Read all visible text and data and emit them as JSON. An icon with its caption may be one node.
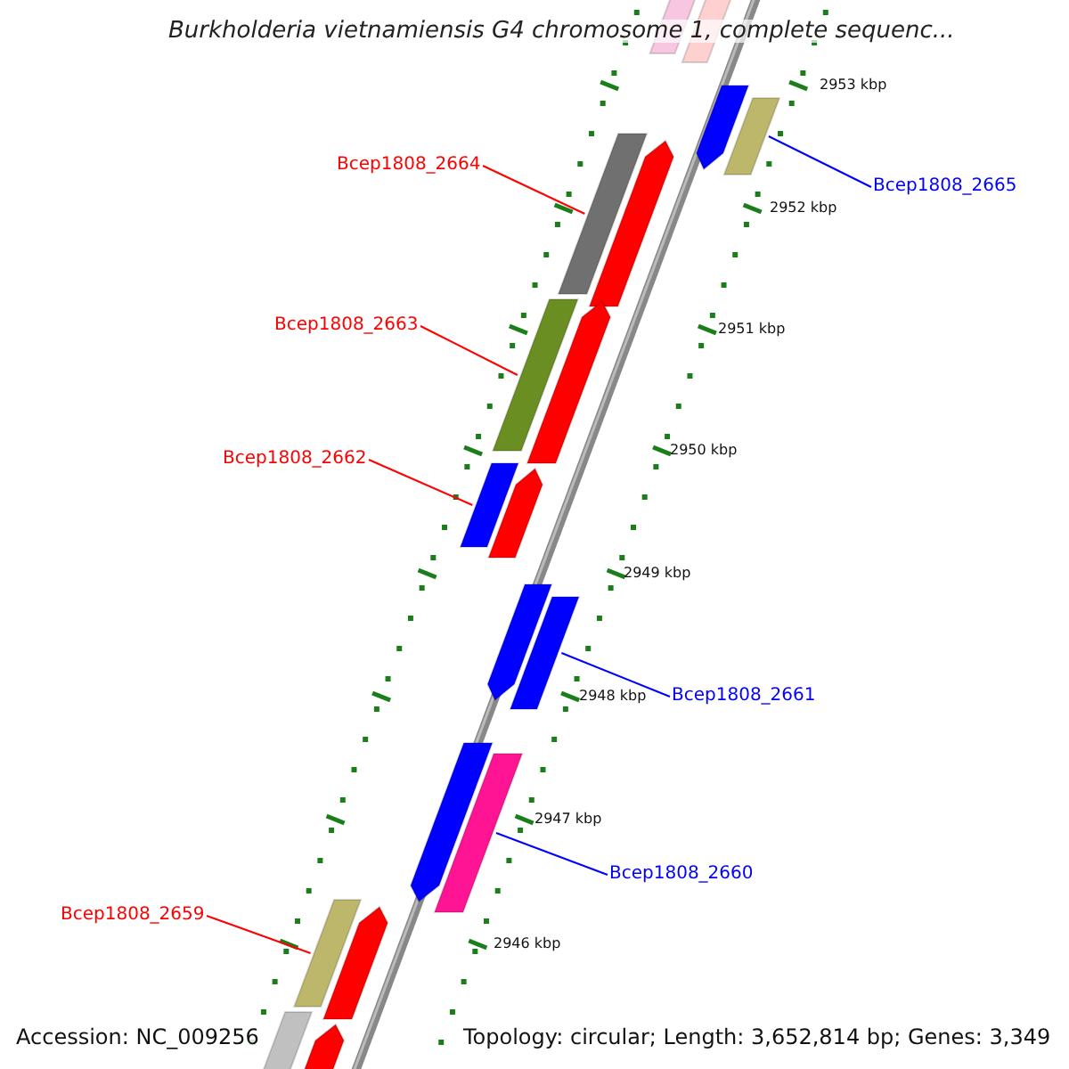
{
  "diagram": {
    "title": "Burkholderia vietnamiensis G4 chromosome 1, complete sequenc...",
    "nodes": [
      {
        "text": [
          "Bcep1808_2664"
        ]
      },
      {
        "text": [
          "Bcep1808_2663"
        ]
      },
      {
        "text": [
          "Bcep1808_2662"
        ]
      },
      {
        "text": [
          "Bcep1808_2659"
        ]
      },
      {
        "text": [
          "Bcep1808_2665"
        ]
      },
      {
        "text": [
          "Bcep1808_2661"
        ]
      },
      {
        "text": [
          "Bcep1808_2660"
        ]
      },
      {
        "text": [],
        "shape": "bar"
      },
      {
        "text": [],
        "shape": "bar"
      },
      {
        "text": [],
        "shape": "arrow"
      },
      {
        "text": [],
        "shape": "bar"
      },
      {
        "text": [],
        "shape": "bar"
      },
      {
        "text": [],
        "shape": "arrow"
      },
      {
        "text": [],
        "shape": "bar"
      },
      {
        "text": [],
        "shape": "arrow"
      },
      {
        "text": [],
        "shape": "bar"
      },
      {
        "text": [],
        "shape": "arrow"
      },
      {
        "text": [],
        "shape": "arrow"
      },
      {
        "text": [],
        "shape": "bar"
      },
      {
        "text": [],
        "shape": "arrow"
      },
      {
        "text": [],
        "shape": "bar"
      },
      {
        "text": [],
        "shape": "bar"
      },
      {
        "text": [],
        "shape": "arrow"
      },
      {
        "text": [],
        "shape": "bar"
      },
      {
        "text": [],
        "shape": "arrow"
      }
    ],
    "edges": [
      {
        "from": 0,
        "to": 11,
        "arrow": "none"
      },
      {
        "from": 1,
        "to": 13,
        "arrow": "none"
      },
      {
        "from": 2,
        "to": 15,
        "arrow": "none"
      },
      {
        "from": 3,
        "to": 21,
        "arrow": "none"
      },
      {
        "from": 4,
        "to": 10,
        "arrow": "none",
        "color": "#0000ff"
      },
      {
        "from": 5,
        "to": 18,
        "arrow": "none",
        "color": "#0000ff"
      },
      {
        "from": 6,
        "to": 20,
        "arrow": "none",
        "color": "#0000ff"
      }
    ],
    "labels": [
      "2953 kbp",
      "2952 kbp",
      "2951 kbp",
      "2950 kbp",
      "2949 kbp",
      "2948 kbp",
      "2947 kbp",
      "2946 kbp",
      "Accession: NC_009256",
      "Topology: circular; Length: 3,652,814 bp; Genes: 3,349"
    ]
  }
}
